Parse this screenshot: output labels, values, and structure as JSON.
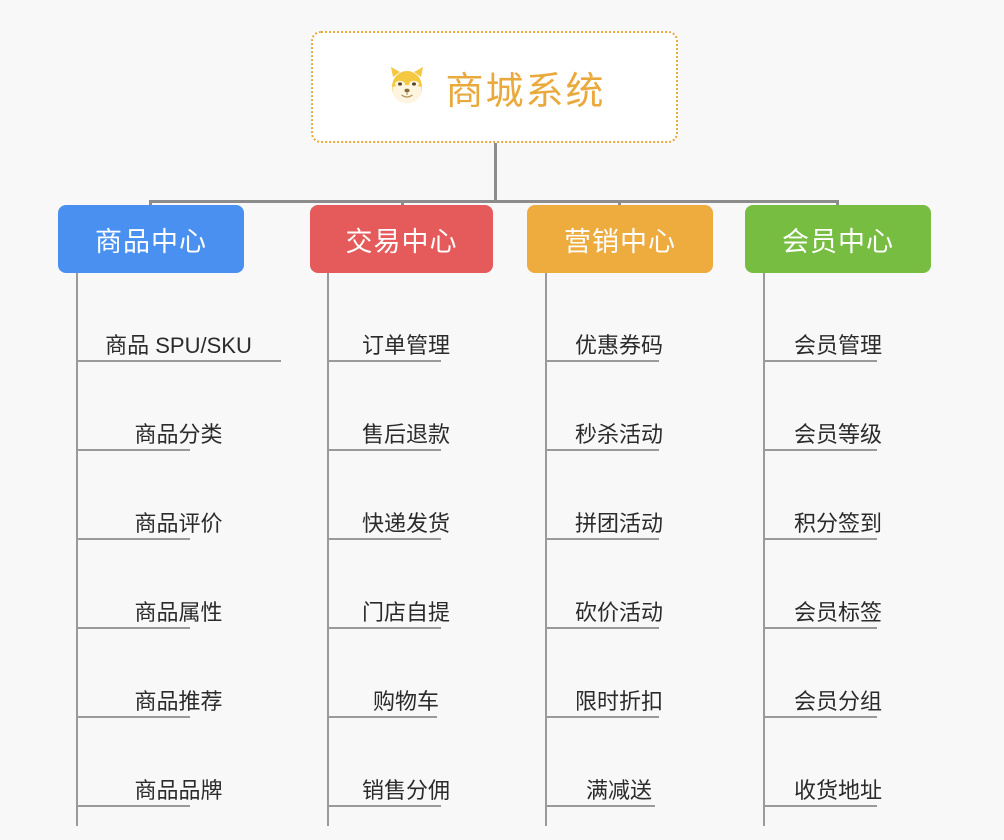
{
  "root": {
    "icon": "dog-face-icon",
    "emoji": "🐶",
    "title": "商城系统",
    "title_color": "#eaa93c",
    "border_color": "#eaa93c",
    "background": "#ffffff"
  },
  "canvas": {
    "background": "#f8f8f8",
    "connector_color": "#8c8c8c",
    "leaf_line_color": "#9a9a9a",
    "leaf_text_color": "#2b2b2b"
  },
  "branches": [
    {
      "label": "商品中心",
      "color": "#4a90f0",
      "items": [
        "商品 SPU/SKU",
        "商品分类",
        "商品评价",
        "商品属性",
        "商品推荐",
        "商品品牌"
      ]
    },
    {
      "label": "交易中心",
      "color": "#e55b5b",
      "items": [
        "订单管理",
        "售后退款",
        "快递发货",
        "门店自提",
        "购物车",
        "销售分佣"
      ]
    },
    {
      "label": "营销中心",
      "color": "#eeab3e",
      "items": [
        "优惠券码",
        "秒杀活动",
        "拼团活动",
        "砍价活动",
        "限时折扣",
        "满减送"
      ]
    },
    {
      "label": "会员中心",
      "color": "#76bd41",
      "items": [
        "会员管理",
        "会员等级",
        "积分签到",
        "会员标签",
        "会员分组",
        "收货地址"
      ]
    }
  ]
}
